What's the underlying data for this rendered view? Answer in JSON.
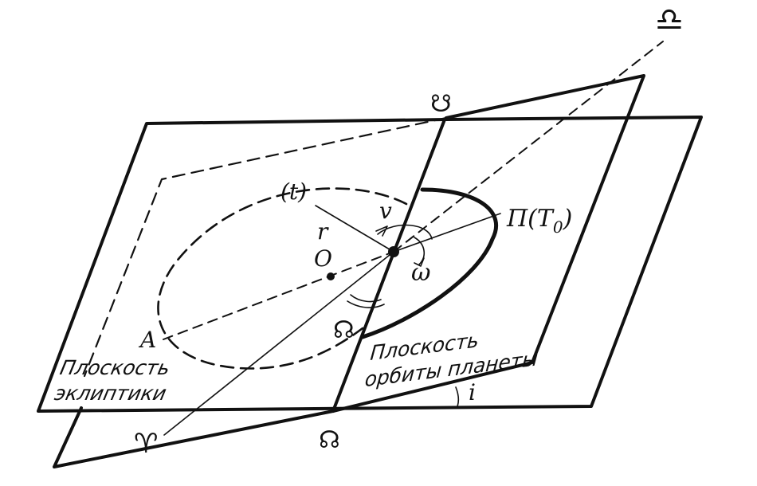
{
  "labels": {
    "perihelion": "П(T",
    "perihelion_sub": "0",
    "time": "(t)",
    "true_anomaly": "v",
    "radius": "r",
    "center": "O",
    "arg_perihelion": "ω",
    "aphelion": "A",
    "inclination": "i"
  },
  "captions": {
    "ecliptic_line1": "Плоскость",
    "ecliptic_line2": "эклиптики",
    "orbit_line1": "Плоскость",
    "orbit_line2": "орбиты планеты"
  },
  "symbols": {
    "libra": "♎",
    "aries": "♈",
    "ascending_node": "☊",
    "descending_node": "☋",
    "ascending_node_center": "☊"
  }
}
